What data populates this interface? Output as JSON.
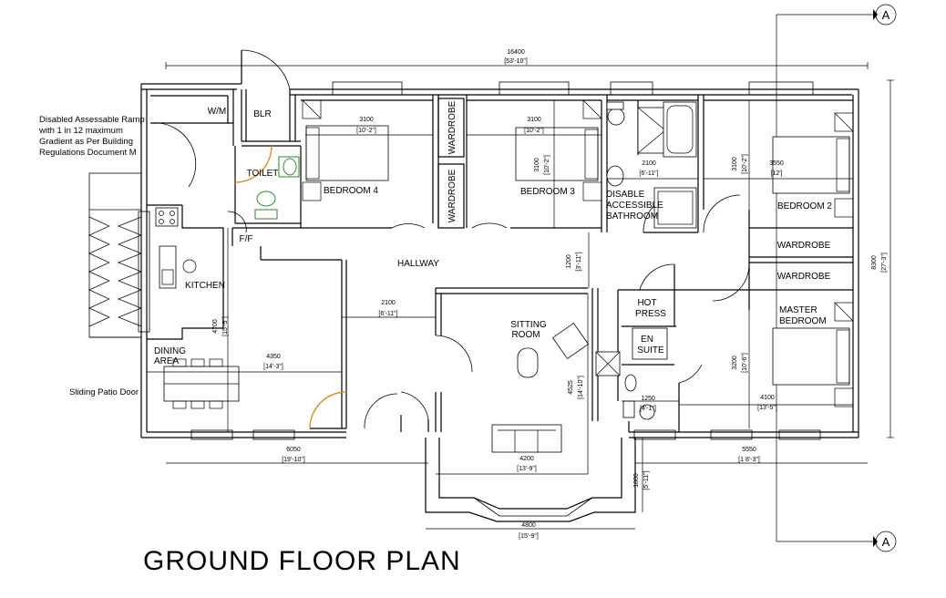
{
  "title": "GROUND FLOOR PLAN",
  "section_marker": "A",
  "note_ramp": [
    "Disabled Assessable Ramp",
    "with 1 in 12 maximum",
    "Gradient as Per Building",
    "Regulations Document M"
  ],
  "note_patio": "Sliding Patio Door",
  "rooms": {
    "wm": "W/M",
    "blr": "BLR",
    "toilet": "TOILET",
    "ff": "F/F",
    "kitchen": "KITCHEN",
    "dining": [
      "DINING",
      "AREA"
    ],
    "bedroom4": "BEDROOM 4",
    "bedroom3": "BEDROOM 3",
    "wardrobe_a": "WARDROBE",
    "wardrobe_b": "WARDROBE",
    "bathroom": [
      "DISABLE",
      "ACCESSIBLE",
      "BATHROOM"
    ],
    "bedroom2": "BEDROOM 2",
    "wardrobe_c": "WARDROBE",
    "wardrobe_d": "WARDROBE",
    "master": [
      "MASTER",
      "BEDROOM"
    ],
    "hallway": "HALLWAY",
    "sitting": [
      "SITTING",
      "ROOM"
    ],
    "hot_press": [
      "HOT",
      "PRESS"
    ],
    "en_suite": [
      "EN",
      "SUITE"
    ]
  },
  "dimensions": {
    "overall_width": {
      "mm": "16400",
      "ft": "[53'-10\"]"
    },
    "left_width": {
      "mm": "6050",
      "ft": "[19'-10\"]"
    },
    "right_width": {
      "mm": "5550",
      "ft": "[1 8'-3\"]"
    },
    "bay_width": {
      "mm": "4800",
      "ft": "[15'-9\"]"
    },
    "overall_depth": {
      "mm": "8300",
      "ft": "[27'-3\"]"
    },
    "bed4_w": {
      "mm": "3100",
      "ft": "[10'-2\"]"
    },
    "bed3_w": {
      "mm": "3100",
      "ft": "[10'-2\"]"
    },
    "bed3_d": {
      "mm": "3100",
      "ft": "[10'-2\"]"
    },
    "bath_w": {
      "mm": "2100",
      "ft": "[6'-11\"]"
    },
    "bed2_d": {
      "mm": "3100",
      "ft": "[10'-2\"]"
    },
    "bed2_w": {
      "mm": "3550",
      "ft": "[12']"
    },
    "hall_depth": {
      "mm": "1200",
      "ft": "[3'-11\"]"
    },
    "hall_w": {
      "mm": "2100",
      "ft": "[6'-11\"]"
    },
    "kitchen_d": {
      "mm": "4700",
      "ft": "[15'-5\"]"
    },
    "dining_w": {
      "mm": "4350",
      "ft": "[14'-3\"]"
    },
    "sitting_d": {
      "mm": "4525",
      "ft": "[14'-10\"]"
    },
    "sitting_w": {
      "mm": "4200",
      "ft": "[13'-9\"]"
    },
    "bay_depth": {
      "mm": "1800",
      "ft": "[5'-11\"]"
    },
    "ensuite_w": {
      "mm": "1250",
      "ft": "[4'-1\"]"
    },
    "master_d": {
      "mm": "3200",
      "ft": "[10'-6\"]"
    },
    "master_w": {
      "mm": "4100",
      "ft": "[13'-5\"]"
    }
  }
}
